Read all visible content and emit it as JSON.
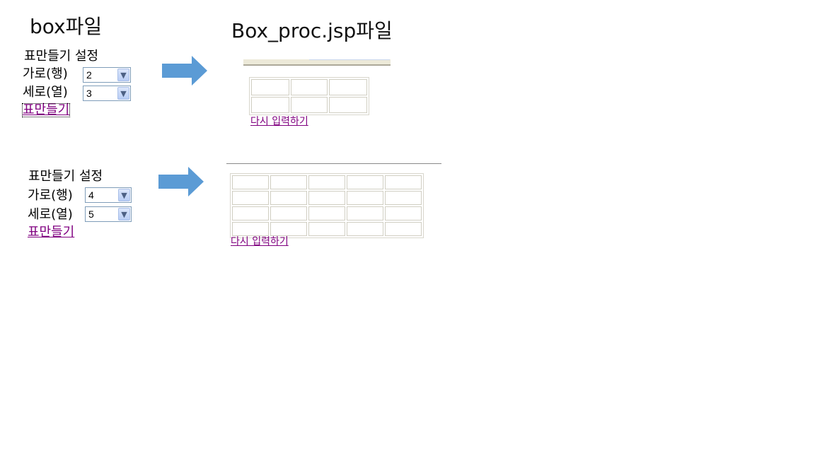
{
  "headings": {
    "left": "box파일",
    "right": "Box_proc.jsp파일"
  },
  "forms": [
    {
      "title": "표만들기 설정",
      "row_label": "가로(행)",
      "row_value": "2",
      "col_label": "세로(열)",
      "col_value": "3",
      "submit": "표만들기"
    },
    {
      "title": "표만들기 설정",
      "row_label": "가로(행)",
      "row_value": "4",
      "col_label": "세로(열)",
      "col_value": "5",
      "submit": "표만들기"
    }
  ],
  "results": [
    {
      "rows": 2,
      "cols": 3,
      "link": "다시 입력하기"
    },
    {
      "rows": 4,
      "cols": 5,
      "link": "다시 입력하기"
    }
  ],
  "icons": {
    "arrow": "right-arrow-icon",
    "dropdown": "chevron-down-icon"
  },
  "colors": {
    "arrow": "#5b9bd5",
    "link": "#800080",
    "select_border": "#7f9db9"
  }
}
